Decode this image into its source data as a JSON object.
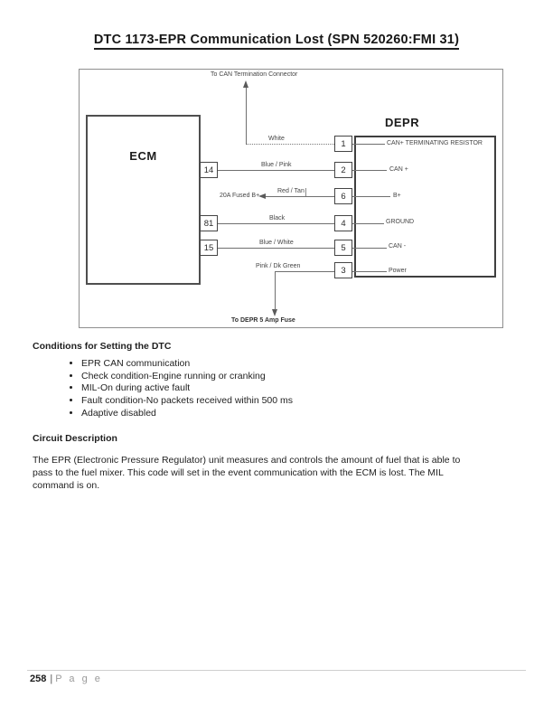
{
  "page": {
    "title": "DTC 1173-EPR Communication Lost (SPN 520260:FMI 31)"
  },
  "diagram": {
    "ecm_label": "ECM",
    "depr_label": "DEPR",
    "top_annotation": "To CAN Termination Connector",
    "bottom_annotation": "To DEPR 5 Amp Fuse",
    "fused_label": "20A Fused B+",
    "ecm_pins": [
      "14",
      "81",
      "15"
    ],
    "depr_pins": [
      {
        "number": "1",
        "label": "CAN+ TERMINATING RESISTOR"
      },
      {
        "number": "2",
        "label": "CAN +"
      },
      {
        "number": "6",
        "label": "B+"
      },
      {
        "number": "4",
        "label": "GROUND"
      },
      {
        "number": "5",
        "label": "CAN -"
      },
      {
        "number": "3",
        "label": "Power"
      }
    ],
    "wires": [
      {
        "label": "White"
      },
      {
        "label": "Blue / Pink"
      },
      {
        "label": "Red / Tan"
      },
      {
        "label": "Black"
      },
      {
        "label": "Blue / White"
      },
      {
        "label": "Pink / Dk Green"
      }
    ]
  },
  "conditions": {
    "heading": "Conditions for Setting the DTC",
    "items": [
      "EPR CAN communication",
      "Check condition-Engine running or cranking",
      "MIL-On during active fault",
      "Fault condition-No packets received within 500 ms",
      "Adaptive disabled"
    ]
  },
  "circuit": {
    "heading": "Circuit Description",
    "lines": [
      "The EPR (Electronic Pressure Regulator) unit measures and controls the amount of fuel that is able to",
      "pass to the fuel mixer. This code will set in the event communication with the ECM is lost. The MIL",
      "command is on."
    ]
  },
  "footer": {
    "page_number": "258",
    "separator": "|",
    "page_word": "P a g e"
  }
}
